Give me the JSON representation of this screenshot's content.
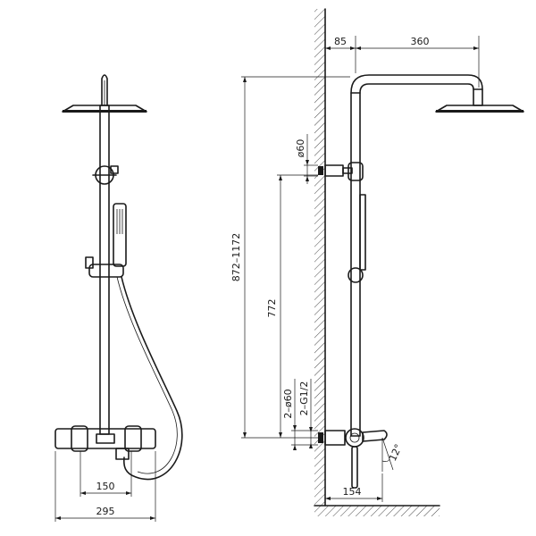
{
  "dimensions": {
    "arm_offset": "85",
    "arm_length": "360",
    "height_range": "872–1172",
    "wall_bracket_dia": "ø60",
    "bracket_spacing": "772",
    "inlet_flange_dia": "2–ø60",
    "inlet_thread": "2–G1/2",
    "spout_projection": "154",
    "spout_angle": "12°",
    "inlet_centres": "150",
    "mixer_width": "295"
  },
  "colors": {
    "line": "#1a1a1a",
    "background": "#ffffff"
  }
}
